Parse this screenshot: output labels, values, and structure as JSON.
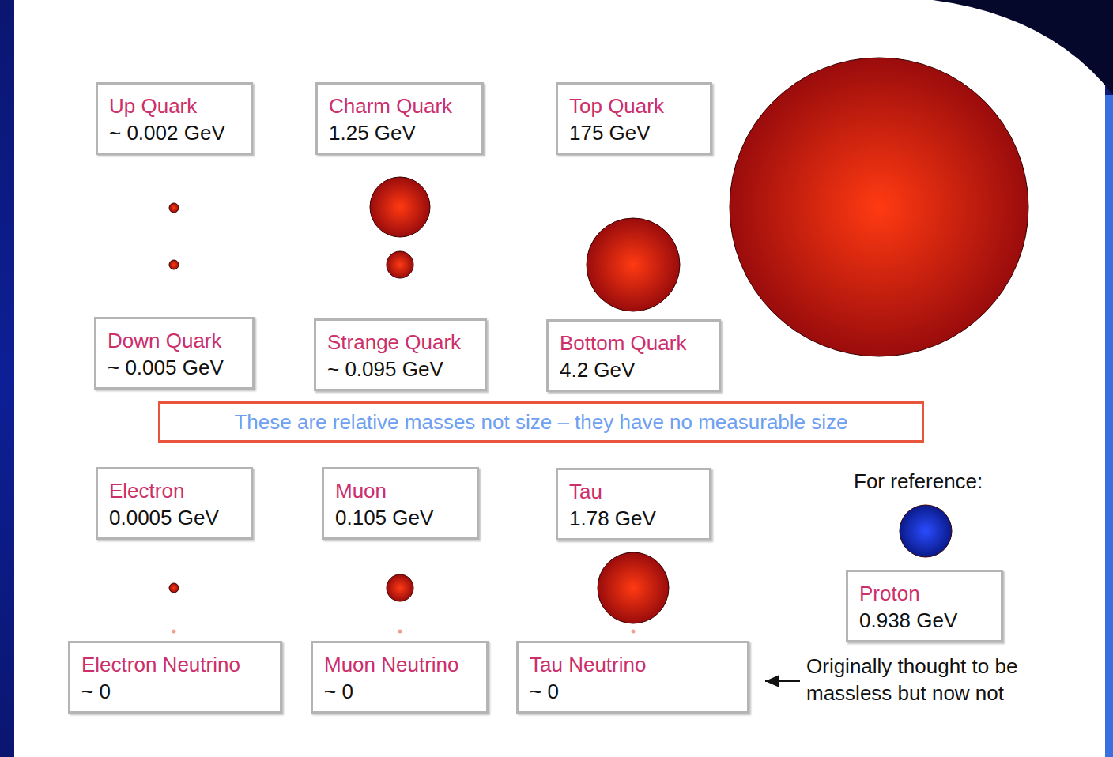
{
  "diagram": {
    "nodes": [
      {
        "text": [
          "Up Quark",
          "~ 0.002 GeV"
        ]
      },
      {
        "text": [
          "Charm Quark",
          "1.25 GeV"
        ]
      },
      {
        "text": [
          "Top Quark",
          "175 GeV"
        ]
      },
      {
        "text": [
          "Down Quark",
          "~ 0.005 GeV"
        ]
      },
      {
        "text": [
          "Strange Quark",
          "~ 0.095 GeV"
        ]
      },
      {
        "text": [
          "Bottom Quark",
          "4.2 GeV"
        ]
      },
      {
        "text": [
          "These are relative masses not size – they have no measurable size"
        ]
      },
      {
        "text": [
          "Electron",
          "0.0005 GeV"
        ]
      },
      {
        "text": [
          "Muon",
          "0.105 GeV"
        ]
      },
      {
        "text": [
          "Tau",
          "1.78 GeV"
        ]
      },
      {
        "text": [
          "Proton",
          "0.938 GeV"
        ]
      },
      {
        "text": [
          "Electron Neutrino",
          "~ 0"
        ]
      },
      {
        "text": [
          "Muon Neutrino",
          "~ 0"
        ]
      },
      {
        "text": [
          "Tau Neutrino",
          "~ 0"
        ]
      }
    ],
    "labels": [
      "For reference:",
      "Originally thought to be massless but now not"
    ]
  }
}
